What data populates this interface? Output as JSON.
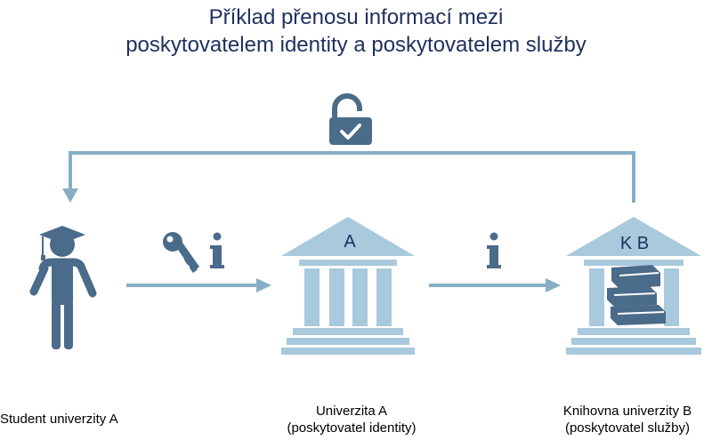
{
  "title": {
    "line1": "Příklad přenosu informací mezi",
    "line2": "poskytovatelem identity a poskytovatelem služby"
  },
  "nodes": {
    "student": {
      "caption": "Student univerzity A",
      "icon": "student-graduate-icon"
    },
    "identity_provider": {
      "badge": "A",
      "caption_line1": "Univerzita A",
      "caption_line2": "(poskytovatel identity)",
      "icon": "university-building-icon"
    },
    "service_provider": {
      "badge": "K B",
      "caption_line1": "Knihovna univerzity B",
      "caption_line2": "(poskytovatel služby)",
      "icon": "library-building-icon"
    }
  },
  "symbols": {
    "info_glyph": "i",
    "key_icon": "key-icon",
    "lock_icon": "padlock-icon",
    "books_icon": "books-icon"
  },
  "colors": {
    "title": "#1f2f5e",
    "dark_blue": "#4a6b8a",
    "light_blue": "#a9c9dc",
    "line_blue": "#86afc6",
    "caption": "#000000"
  }
}
